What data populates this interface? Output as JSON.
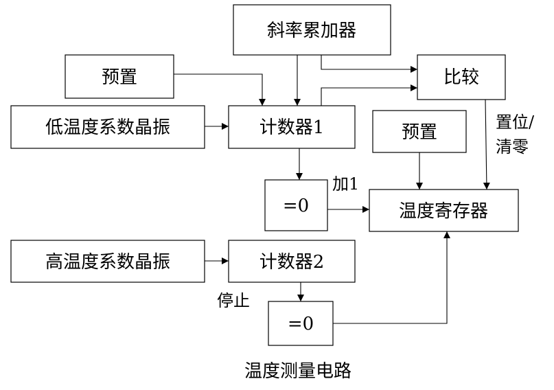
{
  "diagram": {
    "caption": "温度测量电路",
    "blocks": {
      "slope_accumulator": "斜率累加器",
      "preset_top": "预置",
      "compare": "比较",
      "low_temp_oscillator": "低温度系数晶振",
      "counter1": "计数器1",
      "preset_right": "预置",
      "zero_detect1": "=0",
      "temp_register": "温度寄存器",
      "high_temp_oscillator": "高温度系数晶振",
      "counter2": "计数器2",
      "zero_detect2": "=0"
    },
    "signals": {
      "increment": "加1",
      "set_clear_line1": "置位/",
      "set_clear_line2": "清零",
      "stop": "停止"
    }
  }
}
